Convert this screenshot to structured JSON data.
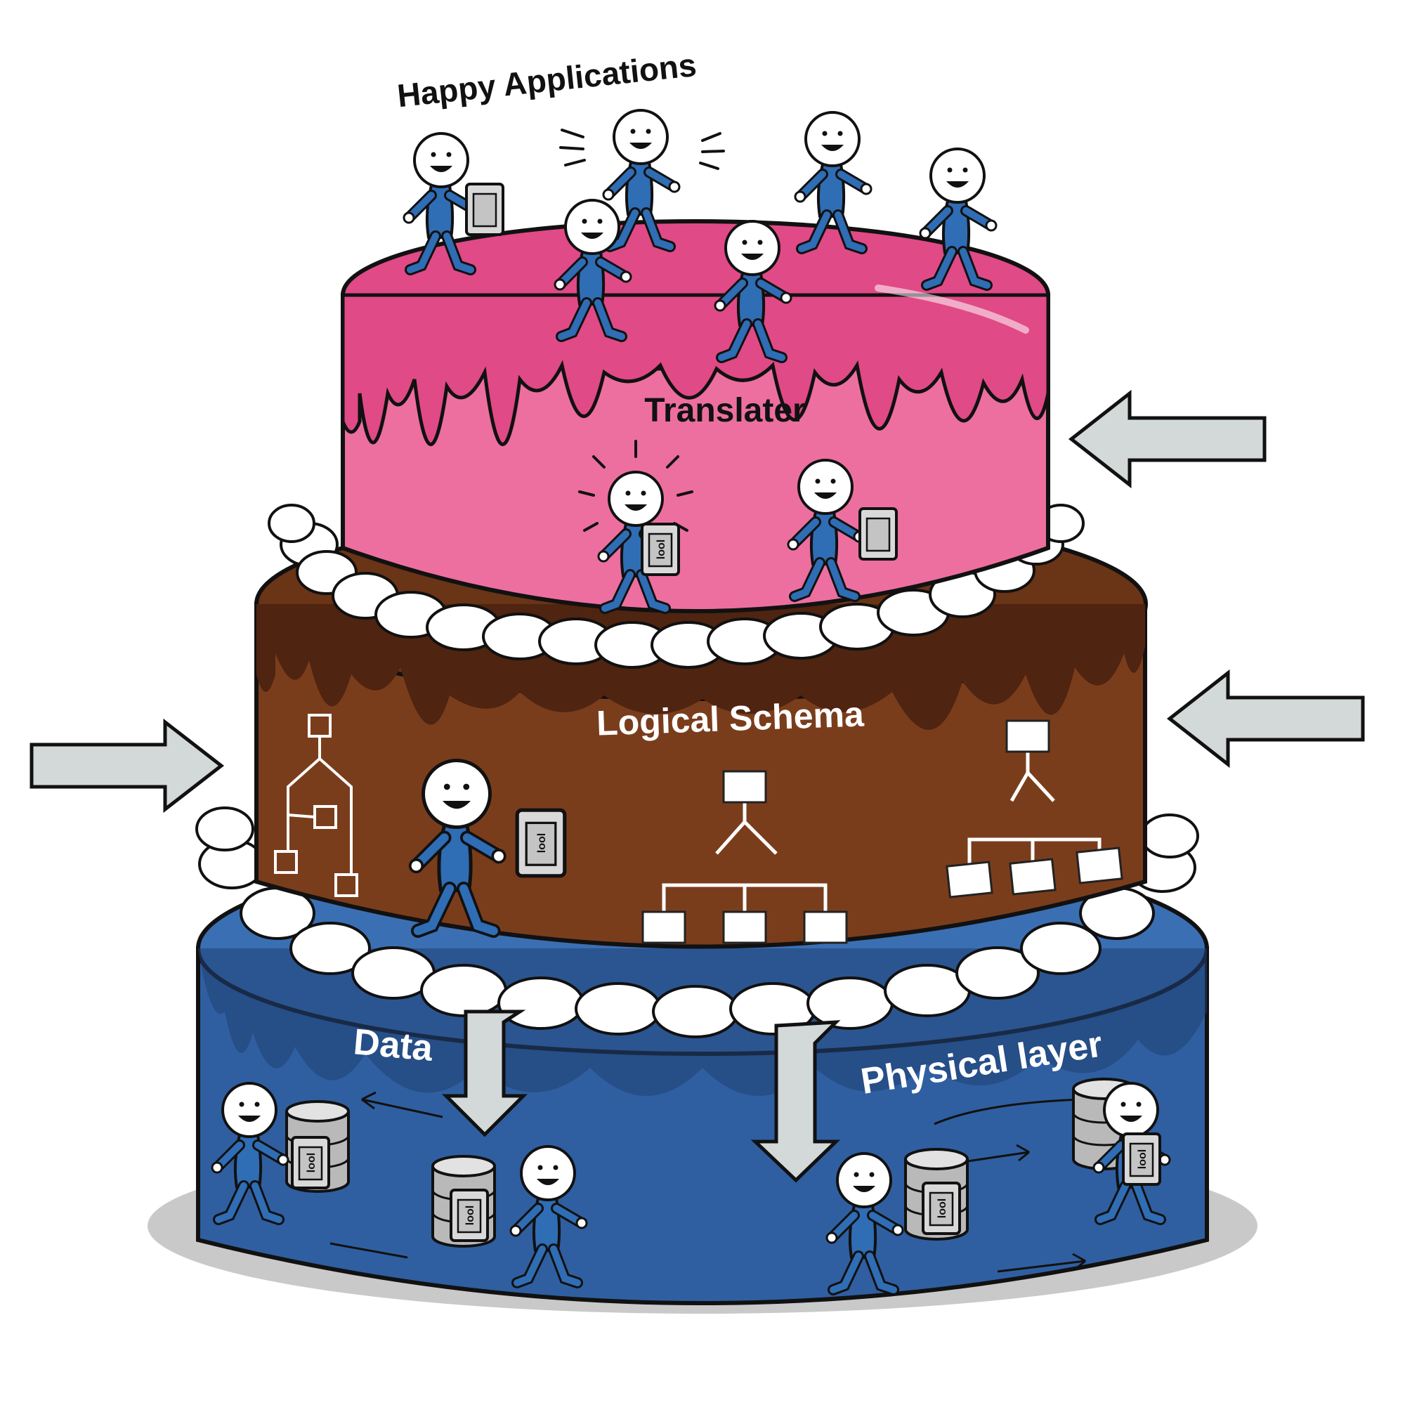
{
  "labels": {
    "top": "Happy Applications",
    "translator": "Translater",
    "logical": "Logical Schema",
    "data": "Data",
    "physical": "Physical layer"
  },
  "doc_glyph": "lool",
  "colors": {
    "pink": "#e04a86",
    "pink_light": "#ec6f9f",
    "chocolate": "#7a3d1c",
    "chocolate_dark": "#4f2410",
    "blue": "#2f5fa0",
    "blue_dark": "#1f3f73",
    "figure_blue": "#2f6db5",
    "cream": "#ffffff",
    "arrow_gray": "#d3d8d9",
    "plate": "#c9c9c9"
  }
}
